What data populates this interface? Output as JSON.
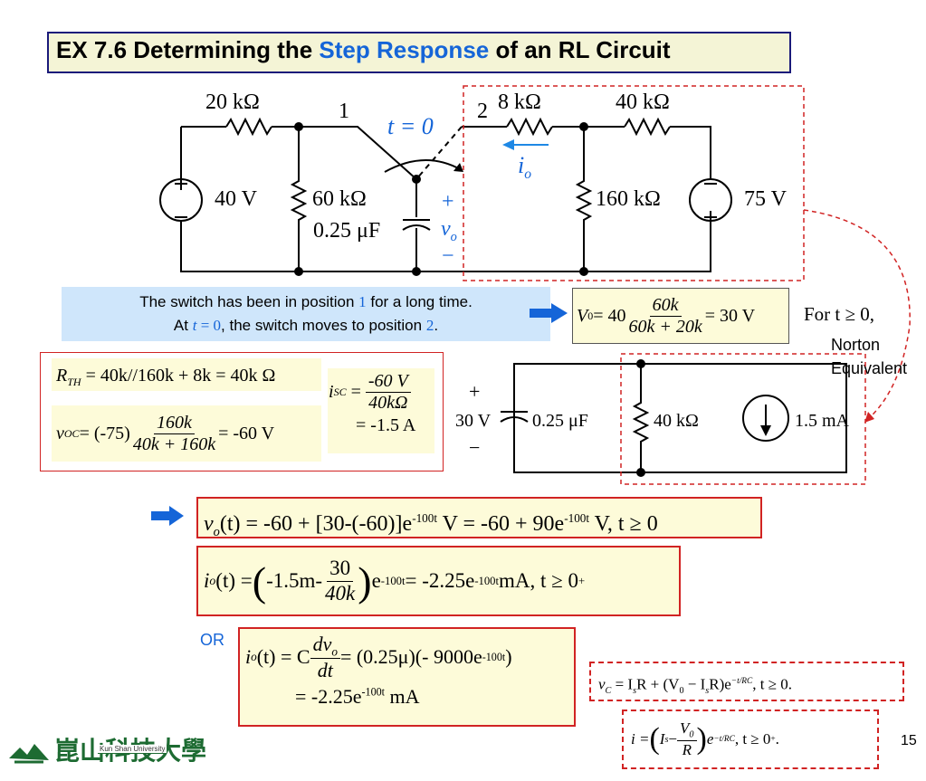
{
  "title": {
    "prefix": "EX 7.6 Determining the ",
    "highlight": "Step Response",
    "suffix": " of an RL Circuit"
  },
  "circuit_top": {
    "r1": "20 kΩ",
    "r2": "60 kΩ",
    "cap": "0.25 μF",
    "src1": "40 V",
    "pos1": "1",
    "pos2": "2",
    "switch_time": "t = 0",
    "r3": "8 kΩ",
    "r4": "40 kΩ",
    "r5": "160 kΩ",
    "src2": "75 V",
    "io": "i",
    "io_sub": "o",
    "vo": "v",
    "vo_sub": "o",
    "plus": "+",
    "minus": "−"
  },
  "note": {
    "line1_a": "The switch has been in position ",
    "line1_num": "1",
    "line1_b": " for a long time.",
    "line2_a": "At ",
    "line2_t": "t",
    "line2_eq": " = 0",
    "line2_b": ", the switch moves to position ",
    "line2_num": "2",
    "line2_c": "."
  },
  "v0_eq": {
    "lhs": "V",
    "lhs_sub": "0",
    "coef": " = 40",
    "num": "60k",
    "den": "60k + 20k",
    "rhs": " = 30 V"
  },
  "for_t": "For t ≥ 0,",
  "norton": {
    "line1": "Norton",
    "line2": "Equivalent"
  },
  "rth_box": {
    "rth_lhs": "R",
    "rth_sub": "TH",
    "rth_rhs": " = 40k//160k + 8k = 40k Ω",
    "voc_lhs": "v",
    "voc_sub": "OC",
    "voc_coef": " = (-75)",
    "voc_num": "160k",
    "voc_den": "40k + 160k",
    "voc_rhs": " = -60 V",
    "isc_lhs": "i",
    "isc_sub": "SC",
    "isc_num": "-60 V",
    "isc_den": "40kΩ",
    "isc_rhs": "= -1.5 A"
  },
  "norton_circuit": {
    "plus": "+",
    "minus": "−",
    "volt": "30 V",
    "cap": "0.25 μF",
    "res": "40 kΩ",
    "src": "1.5 mA"
  },
  "eq_vo": {
    "lhs": "v",
    "lhs_sub": "o",
    "body": "(t) = -60 + [30-(-60)]e",
    "exp1": "-100t",
    "mid": " V = -60 + 90e",
    "exp2": "-100t",
    "tail": " V,    t ≥ 0"
  },
  "eq_io1": {
    "lhs": "i",
    "lhs_sub": "o",
    "body": "(t) = ",
    "inner": "-1.5m-",
    "num": "30",
    "den": "40k",
    "e": "e",
    "exp1": "-100t",
    "mid": "  = -2.25e",
    "exp2": "-100t",
    "tail": " mA,    t ≥ 0",
    "tail_sup": "+"
  },
  "or_label": "OR",
  "eq_io2": {
    "lhs": "i",
    "lhs_sub": "o",
    "body": "(t) = C",
    "num": "dv",
    "num_sub": "o",
    "den": "dt",
    "rhs": " = (0.25μ)(- 9000e",
    "exp": "-100t",
    "rhs_end": ")",
    "line2": "= -2.25e",
    "line2_exp": "-100t",
    "line2_unit": " mA"
  },
  "formula_vc": {
    "text": "v",
    "sub": "C",
    "body": " = I",
    "body_sub": "s",
    "r1": "R + (V",
    "r1_sub": "0",
    "r2": " − I",
    "r2_sub": "s",
    "r3": "R)e",
    "exp": "−t/RC",
    "tail": ",     t ≥ 0."
  },
  "formula_i": {
    "lhs": "i = ",
    "is": "I",
    "is_sub": "s",
    "minus": " − ",
    "num": "V",
    "num_sub": "0",
    "den": "R",
    "e": " e",
    "exp": "−t/RC",
    "tail": ",     t ≥ 0",
    "tail_sup": "+",
    "tail_end": "."
  },
  "page_number": "15",
  "logo": {
    "univ_en": "Kun Shan University",
    "univ_cn": "崑山科技大學"
  },
  "colors": {
    "accent_blue": "#1565d8",
    "box_red": "#d12323",
    "box_fill": "#fdfbd9",
    "note_fill": "#cfe6fb",
    "logo_green": "#1d6b32"
  }
}
